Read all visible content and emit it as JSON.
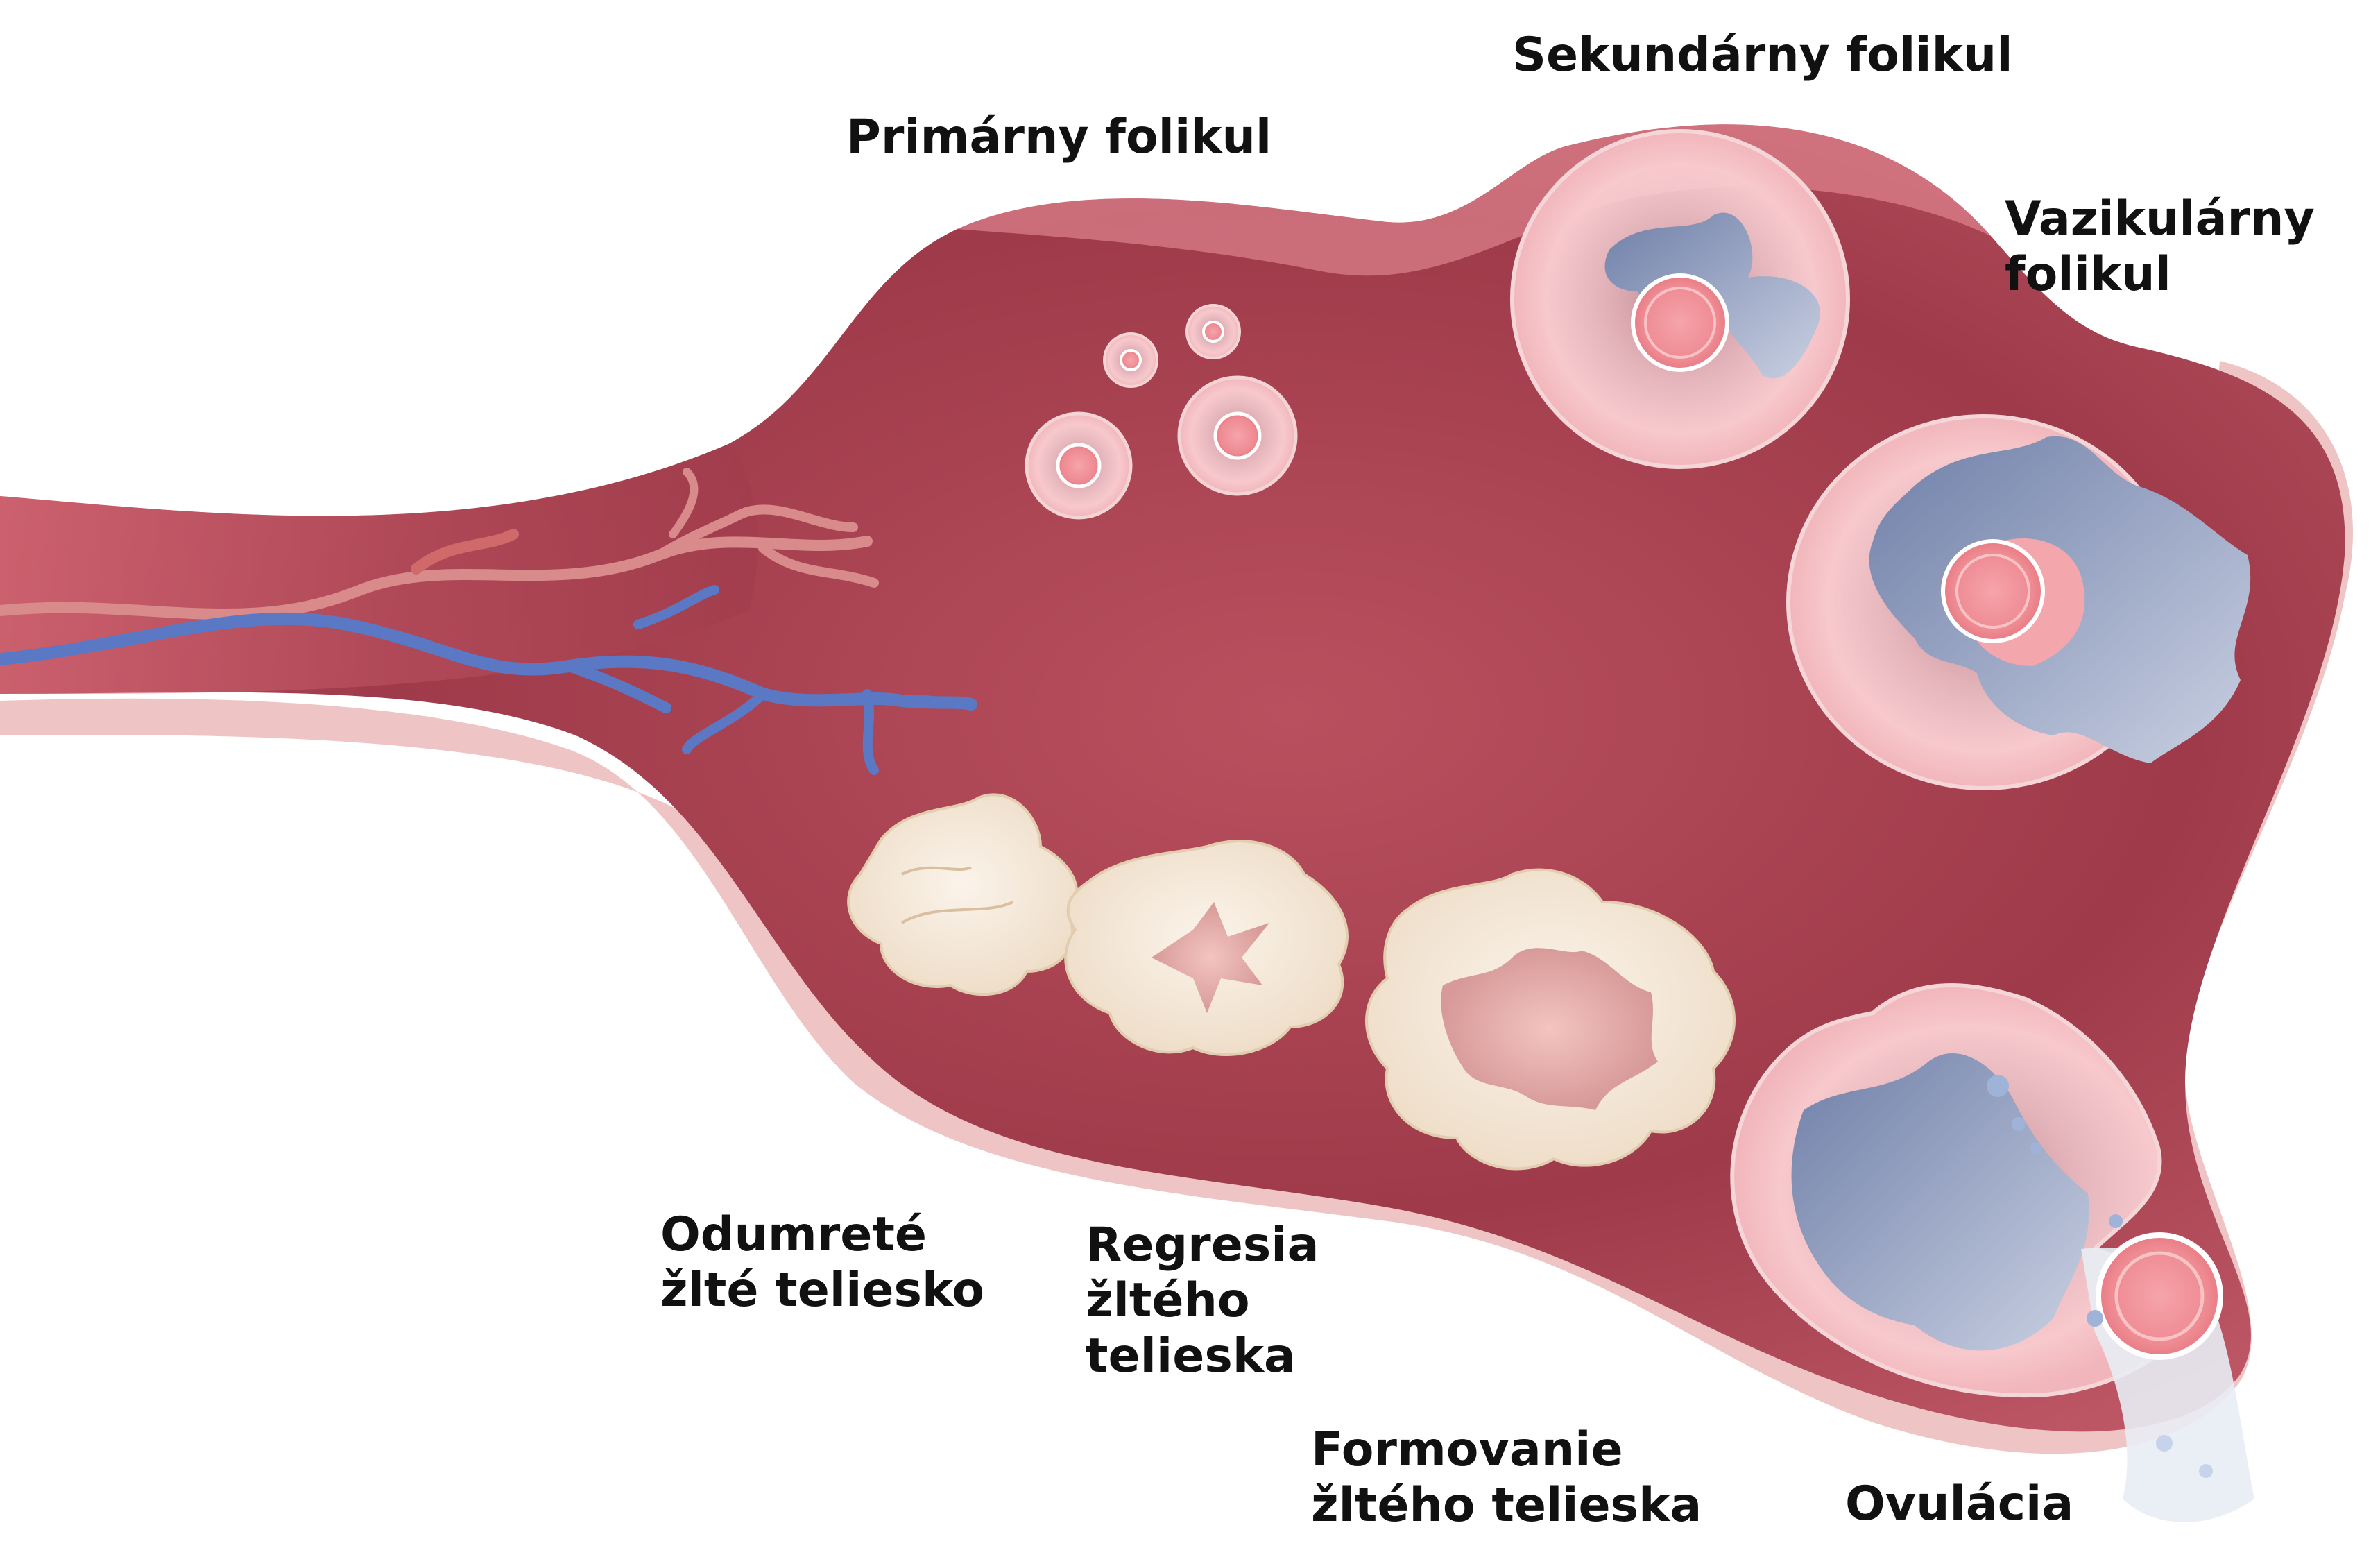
{
  "labels": {
    "primary_follicle": "Primárny folikul",
    "secondary_follicle": "Sekundárny folikul",
    "vesicular_follicle": [
      "Vazikulárny",
      "folikul"
    ],
    "dead_corpus_luteum": [
      "Odumreté",
      "žlté teliesko"
    ],
    "regression_corpus_luteum": [
      "Regresia",
      "žltého",
      "telieska"
    ],
    "formation_corpus_luteum": [
      "Formovanie",
      "žltého telieska"
    ],
    "ovulation": "Ovulácia"
  },
  "colors": {
    "ovary_dark": "#8e2f3f",
    "ovary_mid": "#b9505e",
    "ovary_light": "#e88a94",
    "ovary_rim": "#efc2c2",
    "follicle_fill": "#f6c9cc",
    "oocyte": "#ef8c92",
    "antrum": "#7c8bb2",
    "corpus": "#f4e4d2",
    "artery": "#d98a8a",
    "vein": "#5b78c4"
  }
}
